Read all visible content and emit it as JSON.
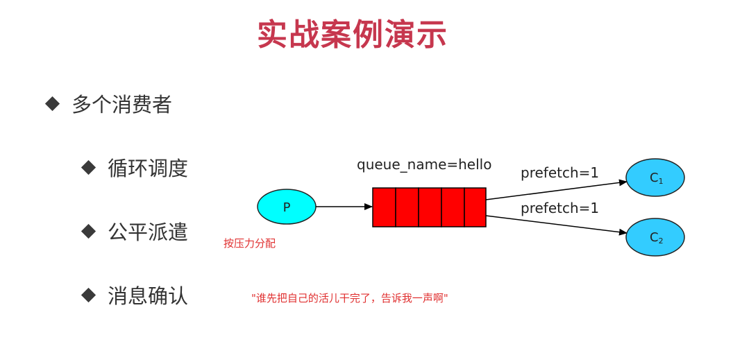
{
  "title": "实战案例演示",
  "bullets": {
    "level1": [
      "多个消费者"
    ],
    "level2": [
      "循环调度",
      "公平派遣",
      "消息确认"
    ]
  },
  "notes": {
    "fair_dispatch": "按压力分配",
    "ack": "\"谁先把自己的活儿干完了，告诉我一声啊\""
  },
  "diagram": {
    "producer_label": "P",
    "queue_label": "queue_name=hello",
    "consumer1_label": "C",
    "consumer1_sub": "1",
    "consumer2_label": "C",
    "consumer2_sub": "2",
    "prefetch1_label": "prefetch=1",
    "prefetch2_label": "prefetch=1",
    "colors": {
      "producer_fill": "#00ffff",
      "queue_fill": "#ff0000",
      "consumer_fill": "#33ccff"
    }
  }
}
